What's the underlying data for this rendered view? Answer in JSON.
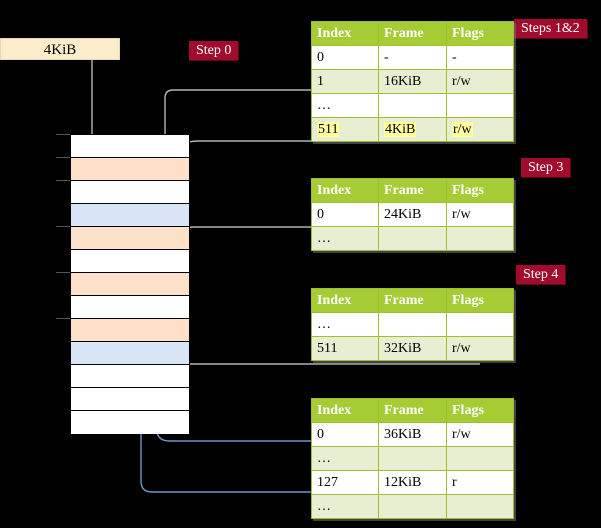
{
  "diagram": {
    "title_hidden": "",
    "request": {
      "label": "4KiB"
    },
    "steps": [
      {
        "id": "step0",
        "label": "Step 0"
      },
      {
        "id": "steps1and2",
        "label": "Steps 1&2"
      },
      {
        "id": "step3",
        "label": "Step 3"
      },
      {
        "id": "step4",
        "label": "Step 4"
      }
    ],
    "colors": {
      "accent_badge": "#a10b2c",
      "table_header": "#a5cc34",
      "table_tint": "#e8eed2",
      "highlight": "#ffffa0",
      "request_box": "#fcecc9",
      "mem_allocated_orange": "#fce0c8",
      "mem_allocated_blue": "#d8e5f7",
      "mem_free": "#ffffff",
      "wire_gray": "#b3b3b3",
      "wire_blue": "#6f96c8"
    },
    "tables": [
      {
        "name": "page-table-level0",
        "columns": [
          "Index",
          "Frame",
          "Flags"
        ],
        "rows": [
          {
            "tint": false,
            "highlight": false,
            "cells": [
              "0",
              "-",
              "-"
            ]
          },
          {
            "tint": true,
            "highlight": false,
            "cells": [
              "1",
              "16KiB",
              "r/w"
            ]
          },
          {
            "tint": false,
            "highlight": false,
            "cells": [
              "…",
              "",
              ""
            ]
          },
          {
            "tint": true,
            "highlight": true,
            "cells": [
              "511",
              "4KiB",
              "r/w"
            ]
          }
        ]
      },
      {
        "name": "page-table-level1",
        "columns": [
          "Index",
          "Frame",
          "Flags"
        ],
        "rows": [
          {
            "tint": false,
            "highlight": false,
            "cells": [
              "0",
              "24KiB",
              "r/w"
            ]
          },
          {
            "tint": true,
            "highlight": false,
            "cells": [
              "…",
              "",
              ""
            ]
          }
        ]
      },
      {
        "name": "page-table-level2",
        "columns": [
          "Index",
          "Frame",
          "Flags"
        ],
        "rows": [
          {
            "tint": false,
            "highlight": false,
            "cells": [
              "…",
              "",
              ""
            ]
          },
          {
            "tint": true,
            "highlight": false,
            "cells": [
              "511",
              "32KiB",
              "r/w"
            ]
          }
        ]
      },
      {
        "name": "page-table-level3",
        "columns": [
          "Index",
          "Frame",
          "Flags"
        ],
        "rows": [
          {
            "tint": false,
            "highlight": false,
            "cells": [
              "0",
              "36KiB",
              "r/w"
            ]
          },
          {
            "tint": true,
            "highlight": false,
            "cells": [
              "…",
              "",
              ""
            ]
          },
          {
            "tint": false,
            "highlight": false,
            "cells": [
              "127",
              "12KiB",
              "r"
            ]
          },
          {
            "tint": true,
            "highlight": false,
            "cells": [
              "…",
              "",
              ""
            ]
          }
        ]
      }
    ],
    "memory": {
      "name": "physical-memory-frames",
      "frames": [
        {
          "index": 0,
          "state": "free",
          "tick": true
        },
        {
          "index": 1,
          "state": "allocated",
          "tick": true
        },
        {
          "index": 2,
          "state": "free",
          "tick": true
        },
        {
          "index": 3,
          "state": "mapped",
          "tick": false
        },
        {
          "index": 4,
          "state": "allocated",
          "tick": true
        },
        {
          "index": 5,
          "state": "free",
          "tick": false
        },
        {
          "index": 6,
          "state": "allocated",
          "tick": true
        },
        {
          "index": 7,
          "state": "free",
          "tick": false
        },
        {
          "index": 8,
          "state": "allocated",
          "tick": true
        },
        {
          "index": 9,
          "state": "mapped",
          "tick": false
        },
        {
          "index": 10,
          "state": "free",
          "tick": false
        },
        {
          "index": 11,
          "state": "free",
          "tick": false
        },
        {
          "index": 12,
          "state": "free",
          "tick": false
        }
      ]
    }
  }
}
